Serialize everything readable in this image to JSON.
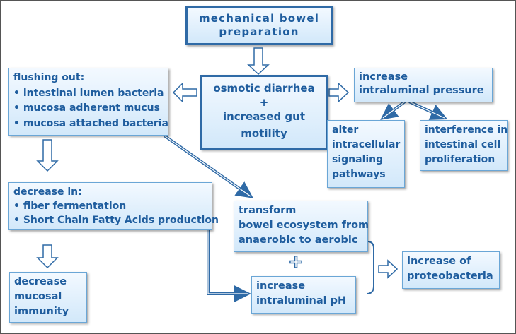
{
  "nodes": {
    "mbp": {
      "lines": [
        "mechanical bowel",
        "preparation"
      ]
    },
    "osmotic": {
      "lines": [
        "osmotic diarrhea",
        "+",
        "increased  gut",
        "motility"
      ]
    },
    "flushing": {
      "lines": [
        "flushing out:",
        "• intestinal lumen bacteria",
        "• mucosa adherent mucus",
        "• mucosa attached bacteria"
      ]
    },
    "pressure": {
      "lines": [
        "increase",
        "intraluminal pressure"
      ]
    },
    "alter": {
      "lines": [
        "alter",
        "intracellular",
        "signaling",
        "pathways"
      ]
    },
    "interference": {
      "lines": [
        "interference in",
        "intestinal cell",
        "proliferation"
      ]
    },
    "decrease_in": {
      "lines": [
        "decrease in:",
        "• fiber fermentation",
        "• Short Chain Fatty Acids production"
      ]
    },
    "transform": {
      "lines": [
        "transform",
        "bowel ecosystem from",
        "anaerobic to aerobic"
      ]
    },
    "plus": {
      "text": "+"
    },
    "ph": {
      "lines": [
        "increase",
        "intraluminal pH"
      ]
    },
    "proteo": {
      "lines": [
        "increase of",
        "proteobacteria"
      ]
    },
    "immunity": {
      "lines": [
        "decrease",
        "mucosal",
        "immunity"
      ]
    }
  },
  "colors": {
    "box_border": "#6aa6d6",
    "text": "#1f5d9e",
    "arrow": "#2f6aa6",
    "box_fill_top": "#f3f9ff",
    "box_fill_bottom": "#d2e8fa"
  }
}
